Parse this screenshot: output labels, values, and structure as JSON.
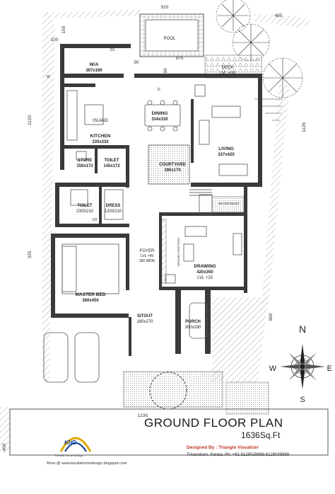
{
  "rooms": {
    "wa": {
      "name": "W/A",
      "size": "307x180"
    },
    "pool": {
      "name": "POOL"
    },
    "deck": {
      "name": "DECK",
      "level": "LVL +30"
    },
    "kitchen": {
      "name": "KITCHEN",
      "size": "330x330",
      "island": "ISLAND"
    },
    "dining": {
      "name": "DINING",
      "size": "334x330"
    },
    "living": {
      "name": "LIVING",
      "size": "337x420"
    },
    "store": {
      "name": "STORE",
      "size": "150x172"
    },
    "toilet1": {
      "name": "TOILET",
      "size": "145x172"
    },
    "courtyard": {
      "name": "COURTYARD",
      "size": "190x170"
    },
    "toilet2": {
      "name": "TOILET",
      "size": "230X210"
    },
    "dress": {
      "name": "DRESS",
      "size": "120X210"
    },
    "water_body": {
      "name": "WATER BODY"
    },
    "foyer": {
      "name": "FOYER",
      "level": "LVL +45",
      "width": "180 WIDE"
    },
    "partition": {
      "name": "WOODEN PARTITION"
    },
    "drawing": {
      "name": "DRAWING",
      "size": "420x350",
      "level": "LVL +15"
    },
    "master_bed": {
      "name": "MASTER BED",
      "size": "360x450"
    },
    "sitout": {
      "name": "SITOUT",
      "size": "180x270"
    },
    "porch": {
      "name": "PORCH",
      "size": "300x330"
    }
  },
  "dimensions": {
    "d910": "910",
    "d485": "485",
    "d150": "150",
    "d100": "100",
    "d975": "975",
    "d90a": "90",
    "d90b": "90",
    "d1120": "1120",
    "d1126": "1126",
    "d325": "325",
    "d960": "960",
    "d1230": "1230",
    "d400": "400"
  },
  "markers": {
    "d1": "D1",
    "d2": "D2",
    "d": "D",
    "w": "W"
  },
  "compass": {
    "n": "N",
    "s": "S",
    "e": "E",
    "w": "W"
  },
  "title": {
    "main": "GROUND FLOOR PLAN",
    "area": "1636Sq.Ft",
    "designed_by": "Designed By : Triangle Visualizer",
    "contact": "Trivandrum, Kerala. Ph: +91 8129029999,8129039999",
    "brand": "KHD",
    "brand_sub": "Kerala home design",
    "website": "More @ www.keralahomedesign.blogspot.com"
  },
  "colors": {
    "wall": "#3a3a3a",
    "accent_red": "#c0392b",
    "logo_blue": "#0b3d91",
    "logo_gold": "#e0a800"
  }
}
